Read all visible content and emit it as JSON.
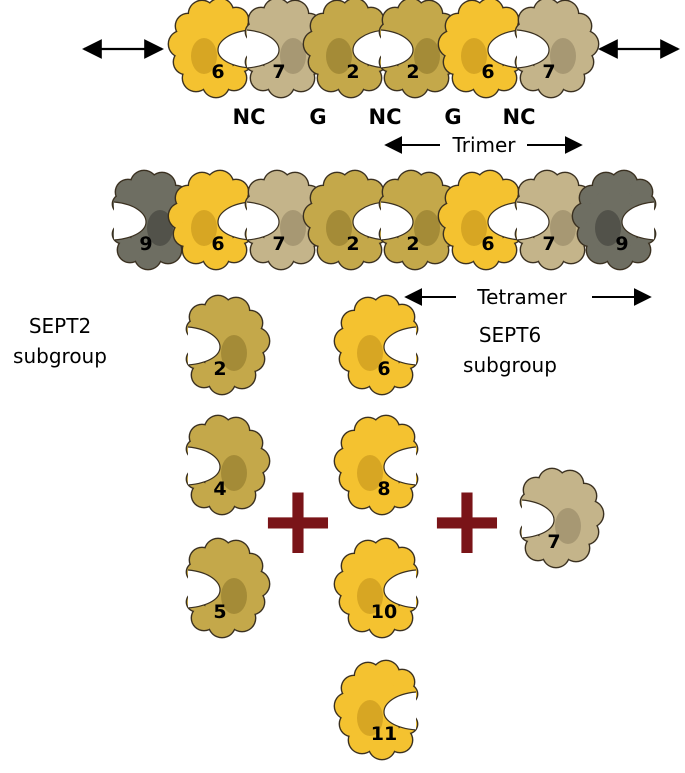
{
  "colors": {
    "sept2_group": "#C4A84A",
    "sept2_group_dark": "#8A7328",
    "sept6_group": "#F4C230",
    "sept6_group_dark": "#C0901A",
    "sept7": "#C4B48A",
    "sept7_dark": "#8F8160",
    "sept9": "#6E6E62",
    "sept9_dark": "#3C3C36",
    "plus": "#7A1418",
    "outline": "#3A3020"
  },
  "trimer_row": {
    "subunits": [
      "6",
      "7",
      "2",
      "2",
      "6",
      "7"
    ],
    "interfaces": [
      "NC",
      "G",
      "NC",
      "G",
      "NC"
    ],
    "label": "Trimer"
  },
  "tetramer_row": {
    "subunits": [
      "9",
      "6",
      "7",
      "2",
      "2",
      "6",
      "7",
      "9"
    ],
    "label": "Tetramer"
  },
  "groups": {
    "sept2": {
      "label_line1": "SEPT2",
      "label_line2": "subgroup",
      "members": [
        "2",
        "4",
        "5"
      ]
    },
    "sept6": {
      "label_line1": "SEPT6",
      "label_line2": "subgroup",
      "members": [
        "6",
        "8",
        "10",
        "11"
      ]
    },
    "sept7": {
      "members": [
        "7"
      ]
    }
  },
  "operators": [
    "+",
    "+"
  ]
}
